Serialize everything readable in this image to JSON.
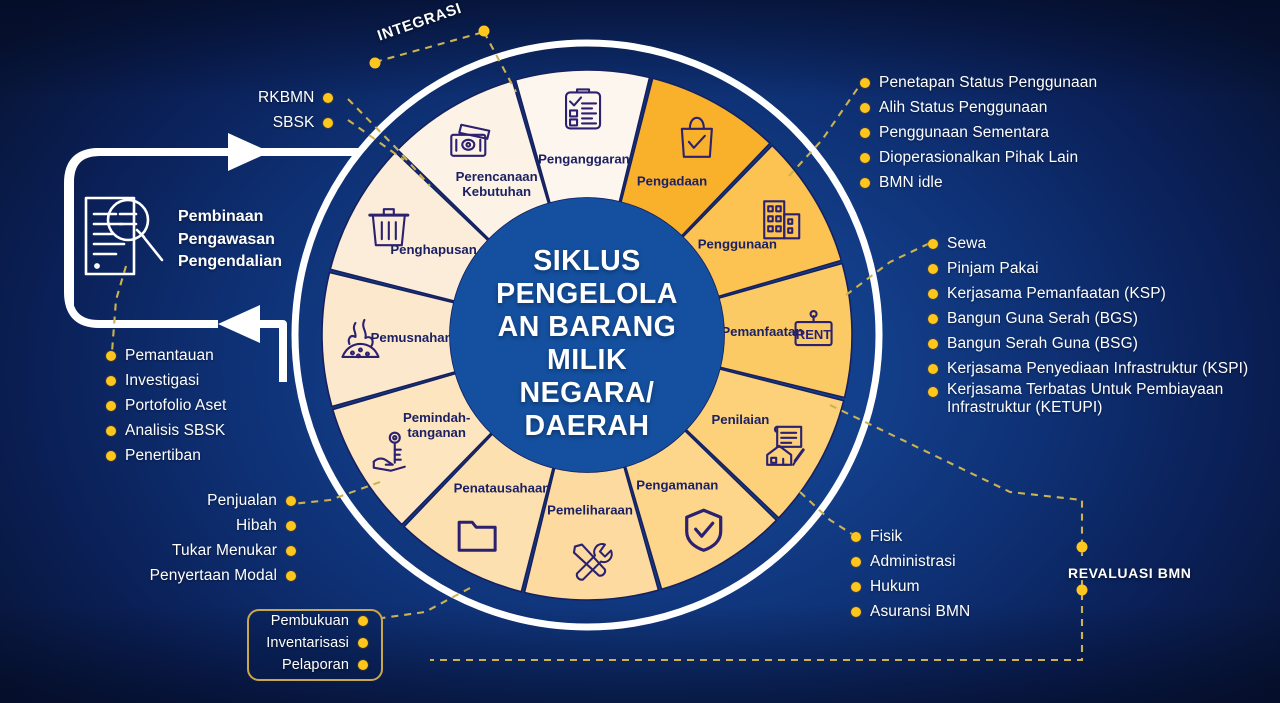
{
  "title": "SIKLUS PENGELOLAAN BARANG MILIK NEGARA/DAERAH",
  "center": {
    "lines": [
      "SIKLUS",
      "PENGELOLA",
      "AN BARANG",
      "MILIK",
      "NEGARA/",
      "DAERAH"
    ]
  },
  "colors": {
    "background_dark": "#071435",
    "background_mid": "#13408c",
    "accent_yellow": "#ffc61e",
    "segment_dark_text": "#1b2163",
    "icon_stroke": "#2b2170",
    "box_border": "#c9a84c",
    "ring_white": "#ffffff"
  },
  "ring": {
    "segments": [
      {
        "label": "Penganggaran",
        "icon": "clipboard-check-icon",
        "color": "#fdf6ef"
      },
      {
        "label": "Pengadaan",
        "icon": "shopping-bag-check-icon",
        "color": "#f9b02b"
      },
      {
        "label": "Penggunaan",
        "icon": "buildings-icon",
        "color": "#fcc352"
      },
      {
        "label": "Pemanfaatan",
        "icon": "rent-sign-icon",
        "color": "#fcca64"
      },
      {
        "label": "Penilaian",
        "icon": "house-document-pen-icon",
        "color": "#fdd07a"
      },
      {
        "label": "Pengamanan",
        "icon": "shield-check-icon",
        "color": "#fdd68c"
      },
      {
        "label": "Pemeliharaan",
        "icon": "wrench-screwdriver-icon",
        "color": "#fddba0"
      },
      {
        "label": "Penatausahaan",
        "icon": "folder-icon",
        "color": "#fde0b0"
      },
      {
        "label": "Pemindah-tanganan",
        "icon": "hand-key-icon",
        "color": "#fde5bf"
      },
      {
        "label": "Pemusnahan",
        "icon": "burning-waste-icon",
        "color": "#fce9cd"
      },
      {
        "label": "Penghapusan",
        "icon": "trash-bin-icon",
        "color": "#fceddb"
      },
      {
        "label": "Perencanaan Kebutuhan",
        "icon": "banknotes-icon",
        "color": "#fdf2e6"
      }
    ]
  },
  "callouts": {
    "integrasi": "INTEGRASI",
    "revaluasi": "REVALUASI BMN",
    "pembinaan": {
      "icon": "document-magnifier-icon",
      "lines": [
        "Pembinaan",
        "Pengawasan",
        "Pengendalian"
      ]
    },
    "perencanaan_inputs": [
      "RKBMN",
      "SBSK"
    ],
    "penggunaan_items": [
      "Penetapan Status Penggunaan",
      "Alih Status Penggunaan",
      "Penggunaan Sementara",
      "Dioperasionalkan Pihak Lain",
      "BMN idle"
    ],
    "pemanfaatan_items": [
      "Sewa",
      "Pinjam Pakai",
      "Kerjasama Pemanfaatan (KSP)",
      "Bangun Guna Serah (BGS)",
      "Bangun Serah Guna (BSG)",
      "Kerjasama Penyediaan Infrastruktur (KSPI)",
      "Kerjasama Terbatas Untuk Pembiayaan Infrastruktur (KETUPI)"
    ],
    "pengamanan_items": [
      "Fisik",
      "Administrasi",
      "Hukum",
      "Asuransi BMN"
    ],
    "pembinaan_items": [
      "Pemantauan",
      "Investigasi",
      "Portofolio Aset",
      "Analisis SBSK",
      "Penertiban"
    ],
    "pemindahtanganan_items": [
      "Penjualan",
      "Hibah",
      "Tukar Menukar",
      "Penyertaan Modal"
    ],
    "penatausahaan_items": [
      "Pembukuan",
      "Inventarisasi",
      "Pelaporan"
    ]
  }
}
